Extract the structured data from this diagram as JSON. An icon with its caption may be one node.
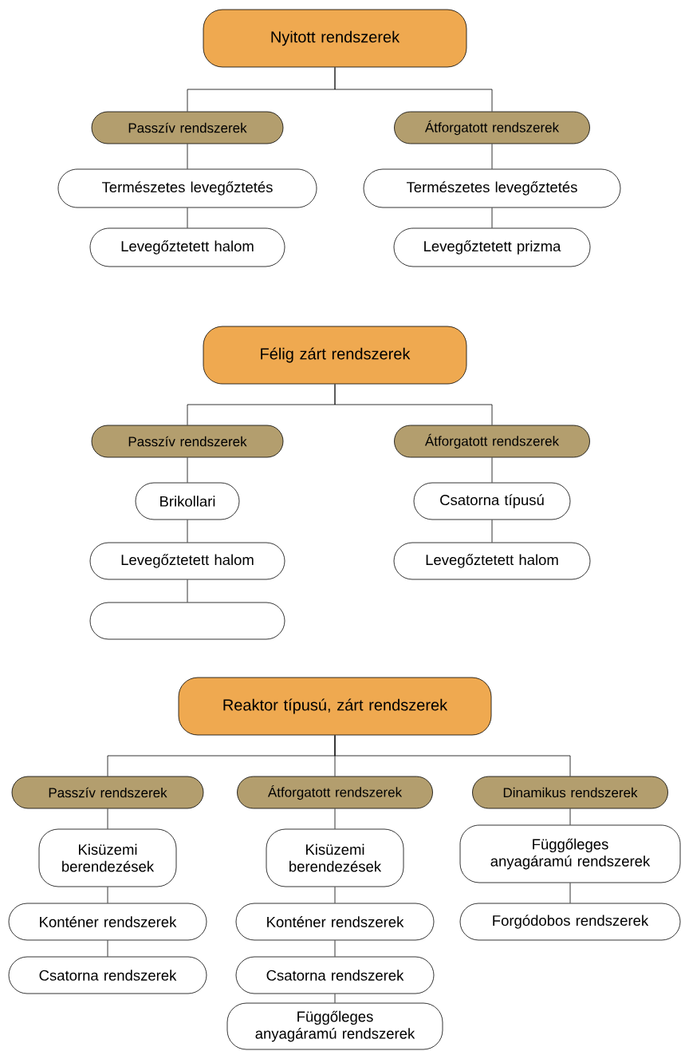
{
  "diagram": {
    "nodes": [
      {
        "text": [
          "Nyitott rendszerek"
        ]
      },
      {
        "text": [
          "Passzív rendszerek"
        ]
      },
      {
        "text": [
          "Átforgatott rendszerek"
        ]
      },
      {
        "text": [
          "Természetes levegőztetés"
        ]
      },
      {
        "text": [
          "Levegőztetett halom"
        ]
      },
      {
        "text": [
          "Természetes levegőztetés"
        ]
      },
      {
        "text": [
          "Levegőztetett prizma"
        ]
      },
      {
        "text": [
          "Félig zárt rendszerek"
        ]
      },
      {
        "text": [
          "Passzív rendszerek"
        ]
      },
      {
        "text": [
          "Átforgatott rendszerek"
        ]
      },
      {
        "text": [
          "Brikollari"
        ]
      },
      {
        "text": [
          "Levegőztetett halom"
        ]
      },
      {
        "text": [],
        "shape": "box"
      },
      {
        "text": [
          "Csatorna típusú"
        ]
      },
      {
        "text": [
          "Levegőztetett halom"
        ]
      },
      {
        "text": [
          "Reaktor típusú, zárt rendszerek"
        ]
      },
      {
        "text": [
          "Passzív rendszerek"
        ]
      },
      {
        "text": [
          "Átforgatott rendszerek"
        ]
      },
      {
        "text": [
          "Dinamikus rendszerek"
        ]
      },
      {
        "text": [
          "Kisüzemi berendezések"
        ]
      },
      {
        "text": [
          "Konténer rendszerek"
        ]
      },
      {
        "text": [
          "Csatorna rendszerek"
        ]
      },
      {
        "text": [
          "Kisüzemi berendezések"
        ]
      },
      {
        "text": [
          "Konténer rendszerek"
        ]
      },
      {
        "text": [
          "Csatorna rendszerek"
        ]
      },
      {
        "text": [
          "Függőleges anyagáramú rendszerek"
        ]
      },
      {
        "text": [
          "Függőleges anyagáramú rendszerek"
        ]
      },
      {
        "text": [
          "Forgódobos rendszerek"
        ]
      }
    ],
    "edges": [
      {
        "from": 0,
        "to": 1,
        "arrow": "none"
      },
      {
        "from": 0,
        "to": 2,
        "arrow": "none"
      },
      {
        "from": 1,
        "to": 3,
        "arrow": "none"
      },
      {
        "from": 3,
        "to": 4,
        "arrow": "none"
      },
      {
        "from": 2,
        "to": 5,
        "arrow": "none"
      },
      {
        "from": 5,
        "to": 6,
        "arrow": "none"
      },
      {
        "from": 7,
        "to": 8,
        "arrow": "none"
      },
      {
        "from": 7,
        "to": 9,
        "arrow": "none"
      },
      {
        "from": 8,
        "to": 10,
        "arrow": "none"
      },
      {
        "from": 10,
        "to": 11,
        "arrow": "none"
      },
      {
        "from": 11,
        "to": 12,
        "arrow": "none"
      },
      {
        "from": 9,
        "to": 13,
        "arrow": "none"
      },
      {
        "from": 13,
        "to": 14,
        "arrow": "none"
      },
      {
        "from": 15,
        "to": 16,
        "arrow": "none"
      },
      {
        "from": 15,
        "to": 17,
        "arrow": "none"
      },
      {
        "from": 15,
        "to": 18,
        "arrow": "none"
      },
      {
        "from": 16,
        "to": 19,
        "arrow": "none"
      },
      {
        "from": 19,
        "to": 20,
        "arrow": "none"
      },
      {
        "from": 20,
        "to": 21,
        "arrow": "none"
      },
      {
        "from": 17,
        "to": 22,
        "arrow": "none"
      },
      {
        "from": 22,
        "to": 23,
        "arrow": "none"
      },
      {
        "from": 23,
        "to": 24,
        "arrow": "none"
      },
      {
        "from": 24,
        "to": 25,
        "arrow": "none"
      },
      {
        "from": 18,
        "to": 26,
        "arrow": "none"
      },
      {
        "from": 26,
        "to": 27,
        "arrow": "none"
      }
    ]
  }
}
